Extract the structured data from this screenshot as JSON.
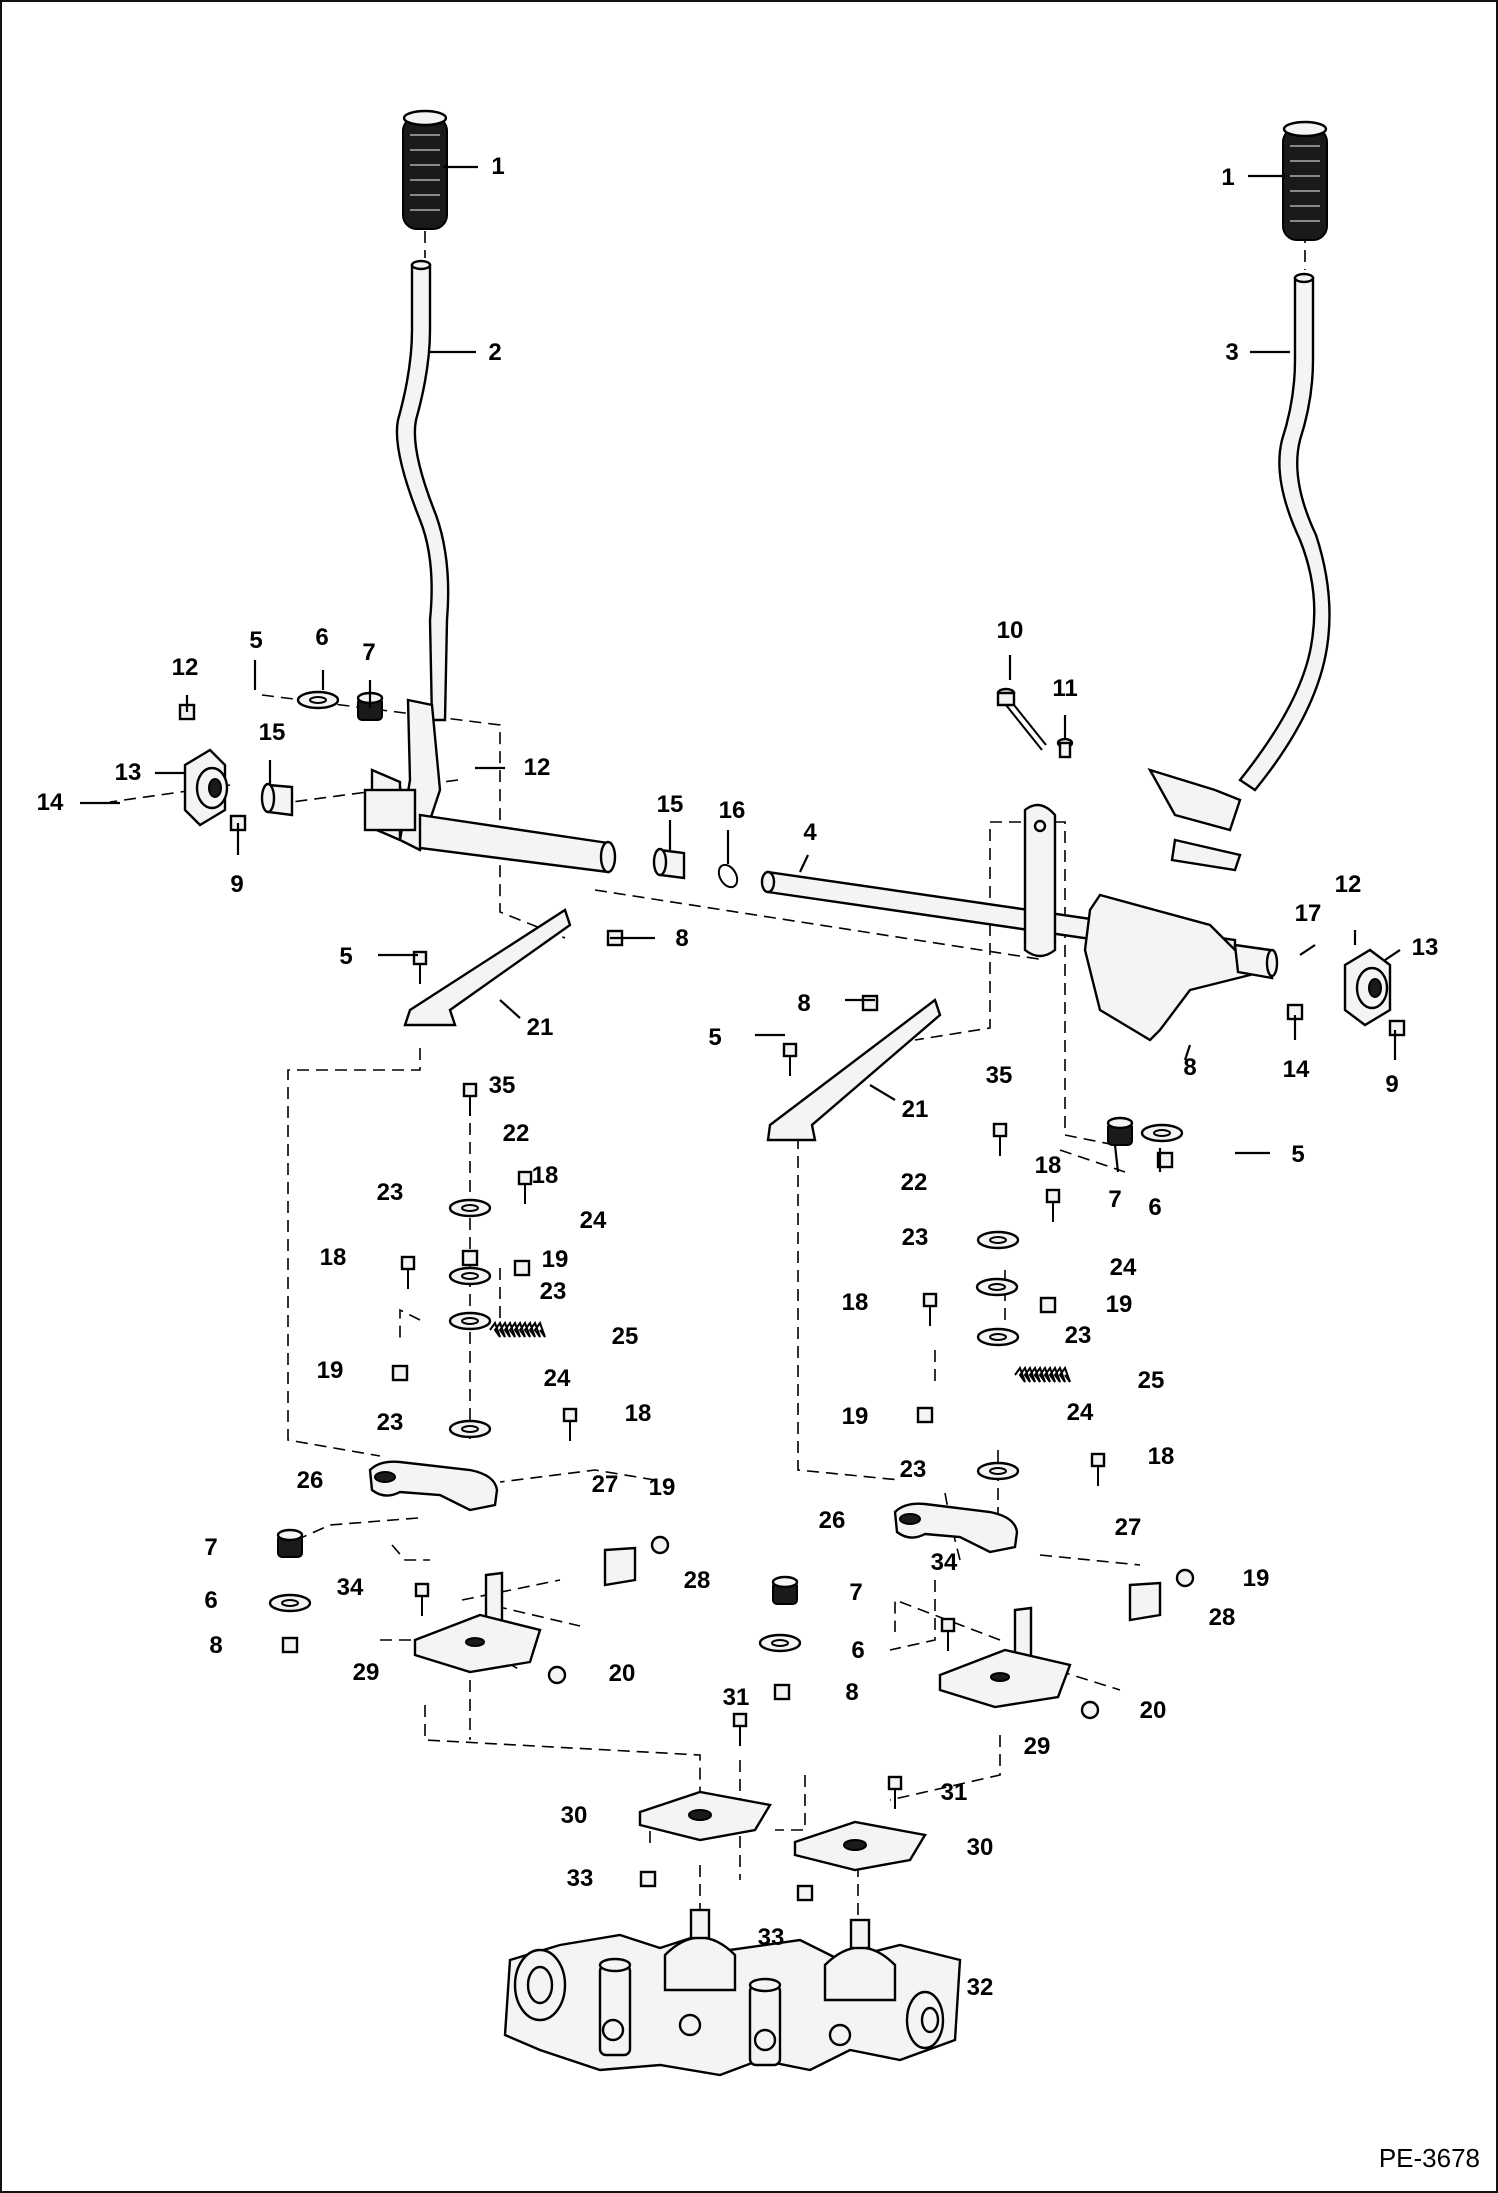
{
  "reference": "PE-3678",
  "callouts": [
    {
      "id": "c1a",
      "n": "1"
    },
    {
      "id": "c1b",
      "n": "1"
    },
    {
      "id": "c2",
      "n": "2"
    },
    {
      "id": "c3",
      "n": "3"
    },
    {
      "id": "c4",
      "n": "4"
    },
    {
      "id": "c5a",
      "n": "5"
    },
    {
      "id": "c5b",
      "n": "5"
    },
    {
      "id": "c5c",
      "n": "5"
    },
    {
      "id": "c5d",
      "n": "5"
    },
    {
      "id": "c6a",
      "n": "6"
    },
    {
      "id": "c6b",
      "n": "6"
    },
    {
      "id": "c6c",
      "n": "6"
    },
    {
      "id": "c6d",
      "n": "6"
    },
    {
      "id": "c7a",
      "n": "7"
    },
    {
      "id": "c7b",
      "n": "7"
    },
    {
      "id": "c7c",
      "n": "7"
    },
    {
      "id": "c7d",
      "n": "7"
    },
    {
      "id": "c8a",
      "n": "8"
    },
    {
      "id": "c8b",
      "n": "8"
    },
    {
      "id": "c8c",
      "n": "8"
    },
    {
      "id": "c8d",
      "n": "8"
    },
    {
      "id": "c8e",
      "n": "8"
    },
    {
      "id": "c9a",
      "n": "9"
    },
    {
      "id": "c9b",
      "n": "9"
    },
    {
      "id": "c10",
      "n": "10"
    },
    {
      "id": "c11",
      "n": "11"
    },
    {
      "id": "c12a",
      "n": "12"
    },
    {
      "id": "c12b",
      "n": "12"
    },
    {
      "id": "c12c",
      "n": "12"
    },
    {
      "id": "c13a",
      "n": "13"
    },
    {
      "id": "c13b",
      "n": "13"
    },
    {
      "id": "c14a",
      "n": "14"
    },
    {
      "id": "c14b",
      "n": "14"
    },
    {
      "id": "c15a",
      "n": "15"
    },
    {
      "id": "c15b",
      "n": "15"
    },
    {
      "id": "c16",
      "n": "16"
    },
    {
      "id": "c17",
      "n": "17"
    },
    {
      "id": "c18a",
      "n": "18"
    },
    {
      "id": "c18b",
      "n": "18"
    },
    {
      "id": "c18c",
      "n": "18"
    },
    {
      "id": "c18d",
      "n": "18"
    },
    {
      "id": "c18e",
      "n": "18"
    },
    {
      "id": "c18f",
      "n": "18"
    },
    {
      "id": "c19a",
      "n": "19"
    },
    {
      "id": "c19b",
      "n": "19"
    },
    {
      "id": "c19c",
      "n": "19"
    },
    {
      "id": "c19d",
      "n": "19"
    },
    {
      "id": "c19e",
      "n": "19"
    },
    {
      "id": "c19f",
      "n": "19"
    },
    {
      "id": "c20a",
      "n": "20"
    },
    {
      "id": "c20b",
      "n": "20"
    },
    {
      "id": "c21a",
      "n": "21"
    },
    {
      "id": "c21b",
      "n": "21"
    },
    {
      "id": "c22a",
      "n": "22"
    },
    {
      "id": "c22b",
      "n": "22"
    },
    {
      "id": "c23a",
      "n": "23"
    },
    {
      "id": "c23b",
      "n": "23"
    },
    {
      "id": "c23c",
      "n": "23"
    },
    {
      "id": "c23d",
      "n": "23"
    },
    {
      "id": "c23e",
      "n": "23"
    },
    {
      "id": "c23f",
      "n": "23"
    },
    {
      "id": "c24a",
      "n": "24"
    },
    {
      "id": "c24b",
      "n": "24"
    },
    {
      "id": "c24c",
      "n": "24"
    },
    {
      "id": "c24d",
      "n": "24"
    },
    {
      "id": "c25a",
      "n": "25"
    },
    {
      "id": "c25b",
      "n": "25"
    },
    {
      "id": "c26a",
      "n": "26"
    },
    {
      "id": "c26b",
      "n": "26"
    },
    {
      "id": "c27a",
      "n": "27"
    },
    {
      "id": "c27b",
      "n": "27"
    },
    {
      "id": "c28a",
      "n": "28"
    },
    {
      "id": "c28b",
      "n": "28"
    },
    {
      "id": "c29a",
      "n": "29"
    },
    {
      "id": "c29b",
      "n": "29"
    },
    {
      "id": "c30a",
      "n": "30"
    },
    {
      "id": "c30b",
      "n": "30"
    },
    {
      "id": "c31a",
      "n": "31"
    },
    {
      "id": "c31b",
      "n": "31"
    },
    {
      "id": "c32",
      "n": "32"
    },
    {
      "id": "c33a",
      "n": "33"
    },
    {
      "id": "c33b",
      "n": "33"
    },
    {
      "id": "c34a",
      "n": "34"
    },
    {
      "id": "c34b",
      "n": "34"
    },
    {
      "id": "c35a",
      "n": "35"
    },
    {
      "id": "c35b",
      "n": "35"
    }
  ]
}
